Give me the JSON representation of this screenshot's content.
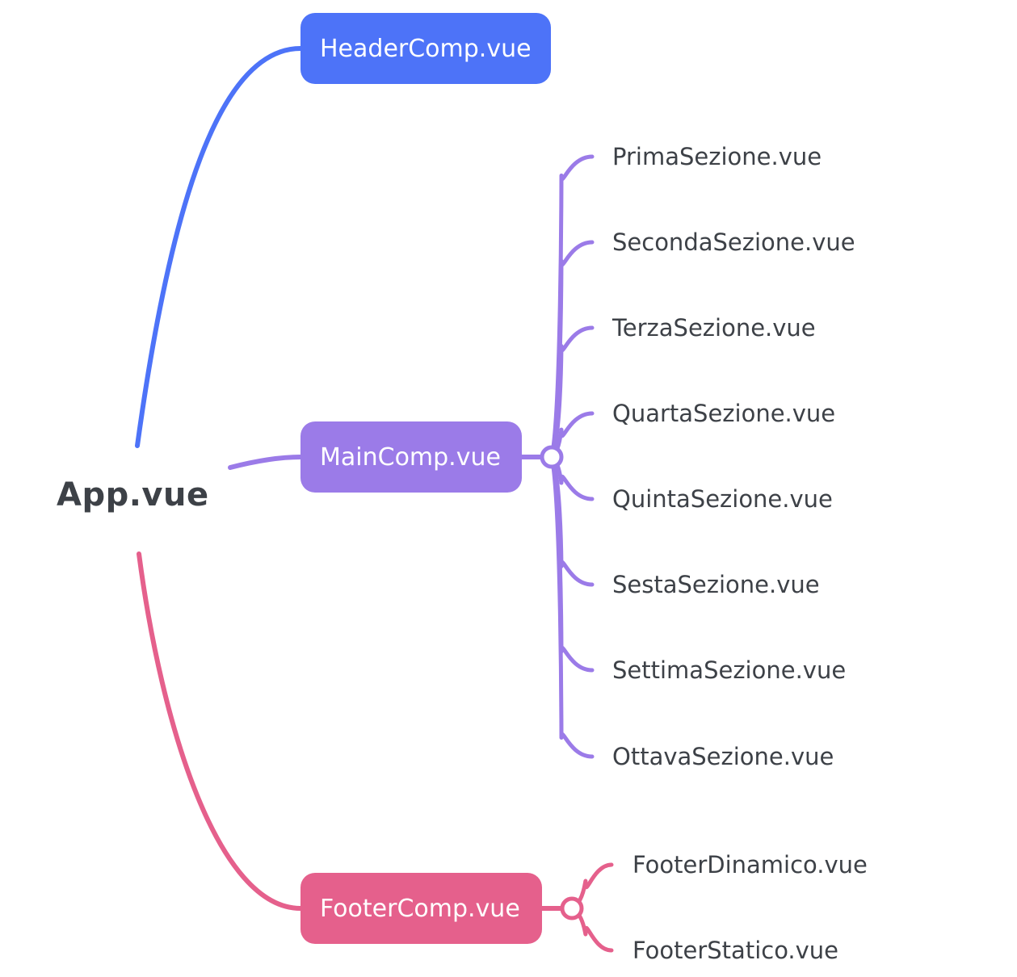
{
  "colors": {
    "header": "#4d73f8",
    "main": "#9b7be8",
    "footer": "#e5608c",
    "text": "#3d4147"
  },
  "root": {
    "label": "App.vue"
  },
  "header": {
    "label": "HeaderComp.vue"
  },
  "main": {
    "label": "MainComp.vue",
    "children": [
      "PrimaSezione.vue",
      "SecondaSezione.vue",
      "TerzaSezione.vue",
      "QuartaSezione.vue",
      "QuintaSezione.vue",
      "SestaSezione.vue",
      "SettimaSezione.vue",
      "OttavaSezione.vue"
    ]
  },
  "footer": {
    "label": "FooterComp.vue",
    "children": [
      "FooterDinamico.vue",
      "FooterStatico.vue"
    ]
  }
}
